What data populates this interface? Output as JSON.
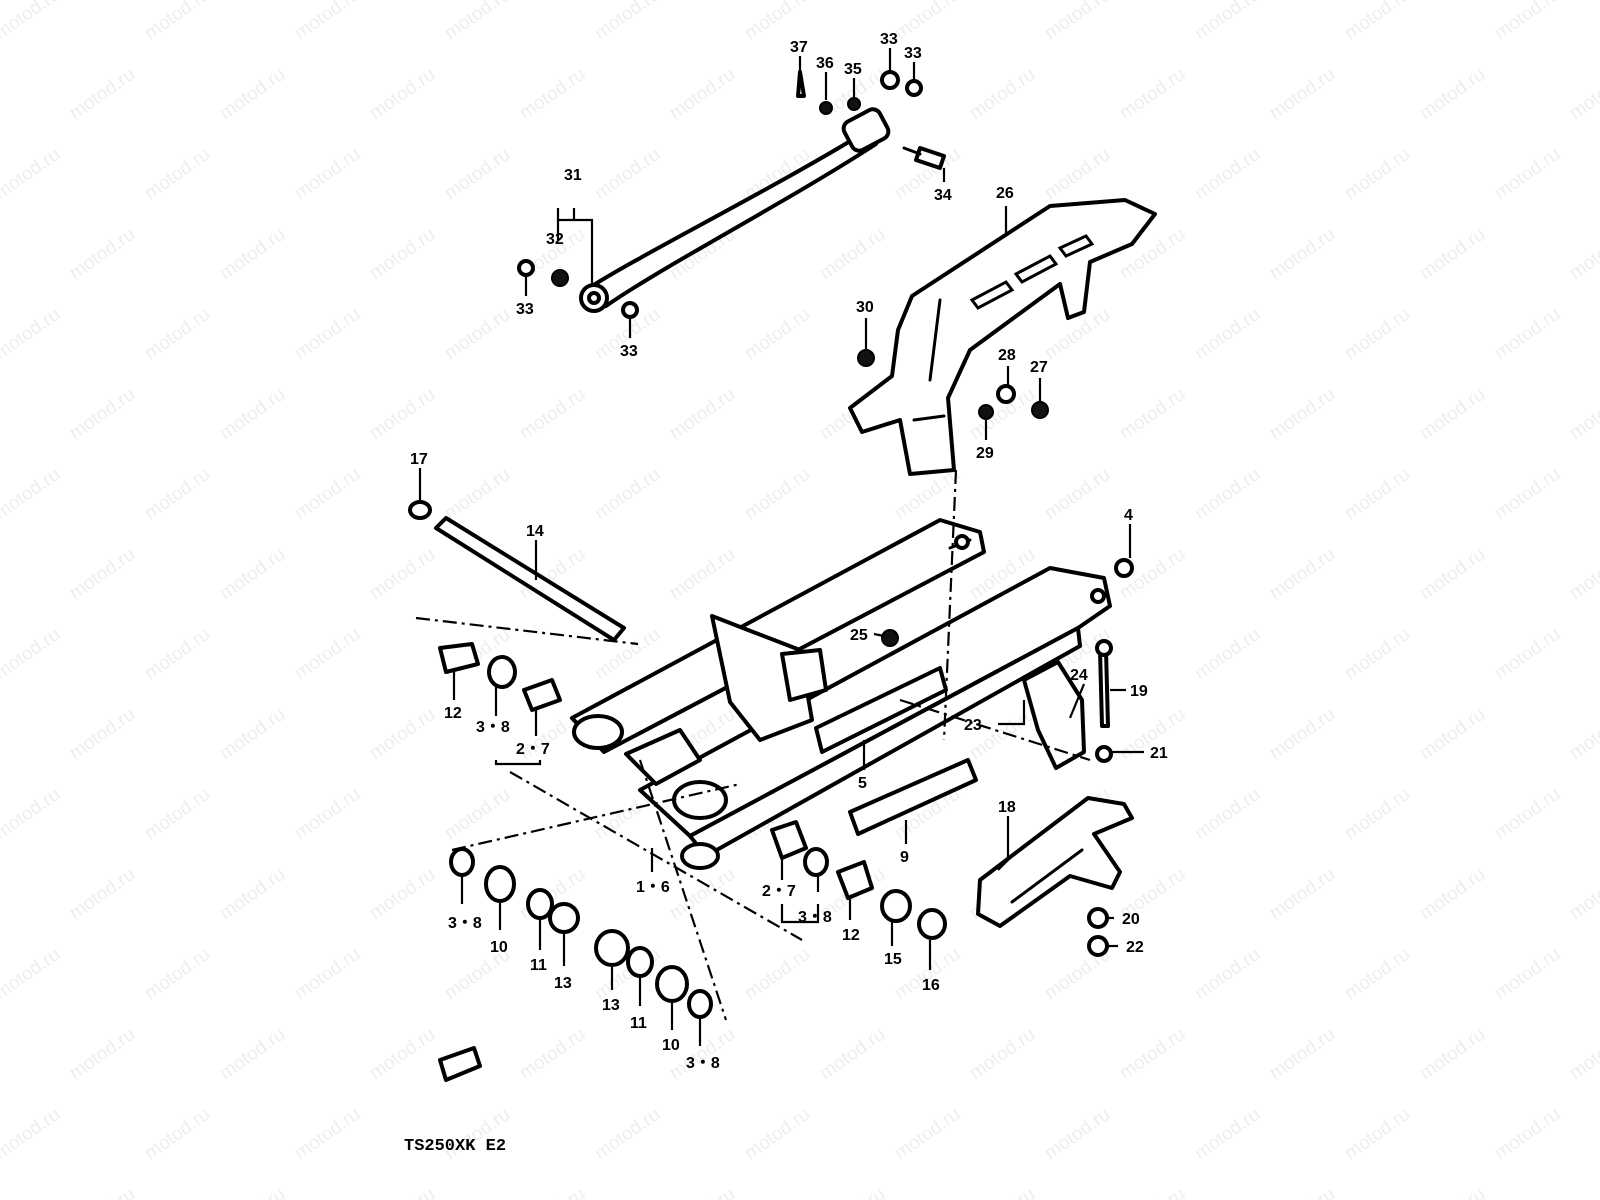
{
  "watermark": "motod.ru",
  "model_code": "TS250XK E2",
  "labels": {
    "p37": "37",
    "p36": "36",
    "p35": "35",
    "p33a": "33",
    "p33b": "33",
    "p34": "34",
    "p31": "31",
    "p32": "32",
    "p33c": "33",
    "p33d": "33",
    "p26": "26",
    "p30": "30",
    "p28": "28",
    "p27": "27",
    "p29": "29",
    "p17": "17",
    "p14": "14",
    "p4": "4",
    "p25": "25",
    "p24": "24",
    "p19": "19",
    "p12a": "12",
    "p38a": "3・8",
    "p27a": "2・7",
    "p23": "23",
    "p5": "5",
    "p21": "21",
    "p9": "9",
    "p18": "18",
    "p16a": "1・6",
    "p27b": "2・7",
    "p38b": "3・8",
    "p38c": "3・8",
    "p10a": "10",
    "p11a": "11",
    "p13a": "13",
    "p12b": "12",
    "p15": "15",
    "p16": "16",
    "p20": "20",
    "p22": "22",
    "p13b": "13",
    "p11b": "11",
    "p10b": "10",
    "p38d": "3・8"
  },
  "colors": {
    "ink": "#000000",
    "paper": "#ffffff"
  }
}
